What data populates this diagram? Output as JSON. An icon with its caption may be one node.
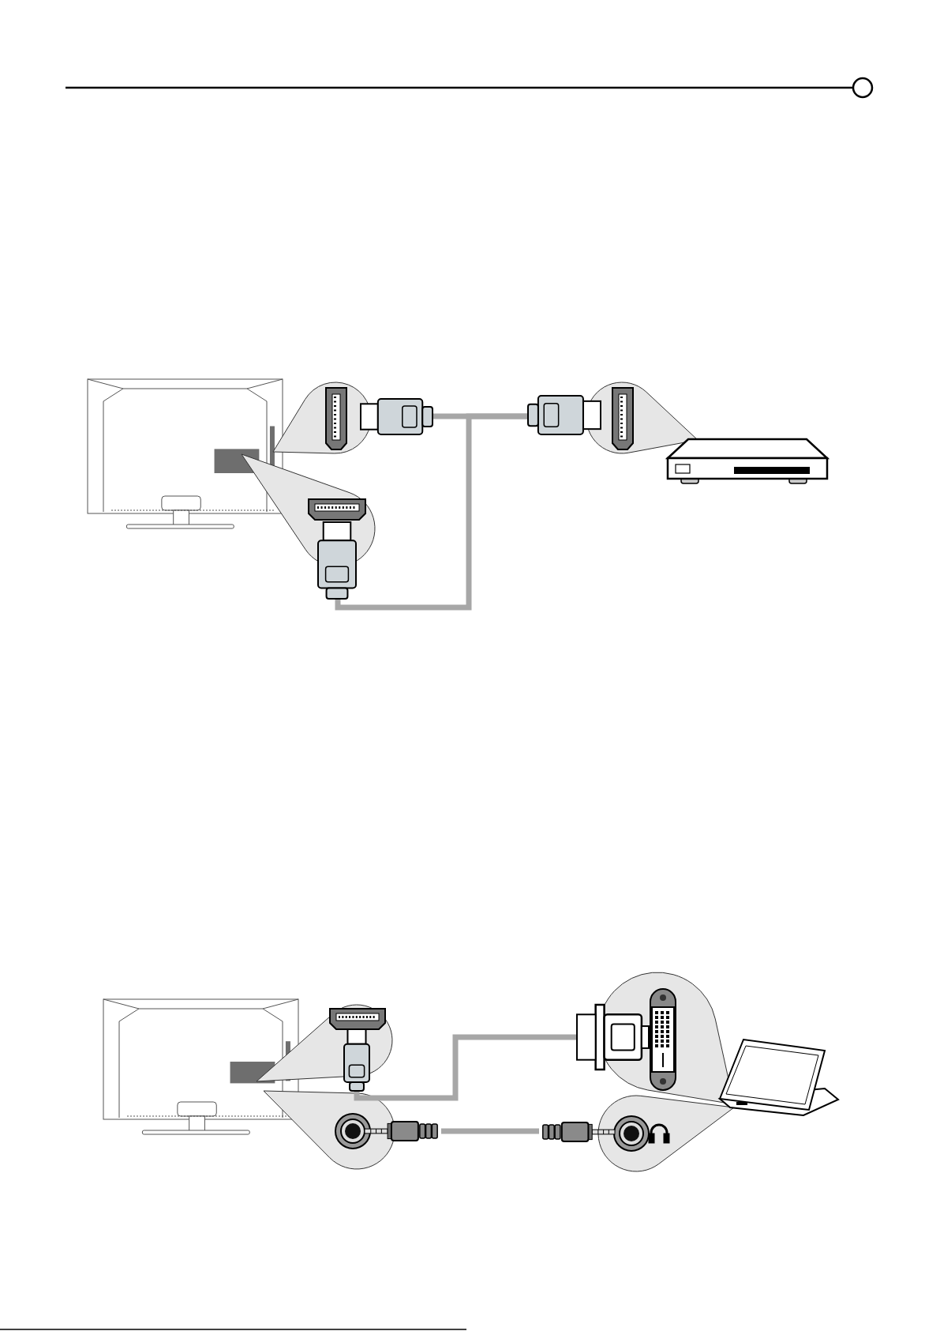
{
  "diagram": {
    "nodes": [
      {
        "text": [],
        "shape": "plug"
      },
      {
        "text": [],
        "shape": "plug"
      },
      {
        "text": [],
        "shape": "plug"
      },
      {
        "text": [],
        "shape": "plug"
      },
      {
        "text": [],
        "shape": "plug"
      },
      {
        "text": [],
        "shape": "plug"
      },
      {
        "text": [],
        "shape": "plug"
      }
    ],
    "edges": [
      {
        "from": 0,
        "to": 2,
        "arrow": "none"
      },
      {
        "from": 1,
        "to": 2,
        "arrow": "none"
      },
      {
        "from": 3,
        "to": 4,
        "arrow": "none"
      },
      {
        "from": 5,
        "to": 6,
        "arrow": "none"
      }
    ]
  }
}
